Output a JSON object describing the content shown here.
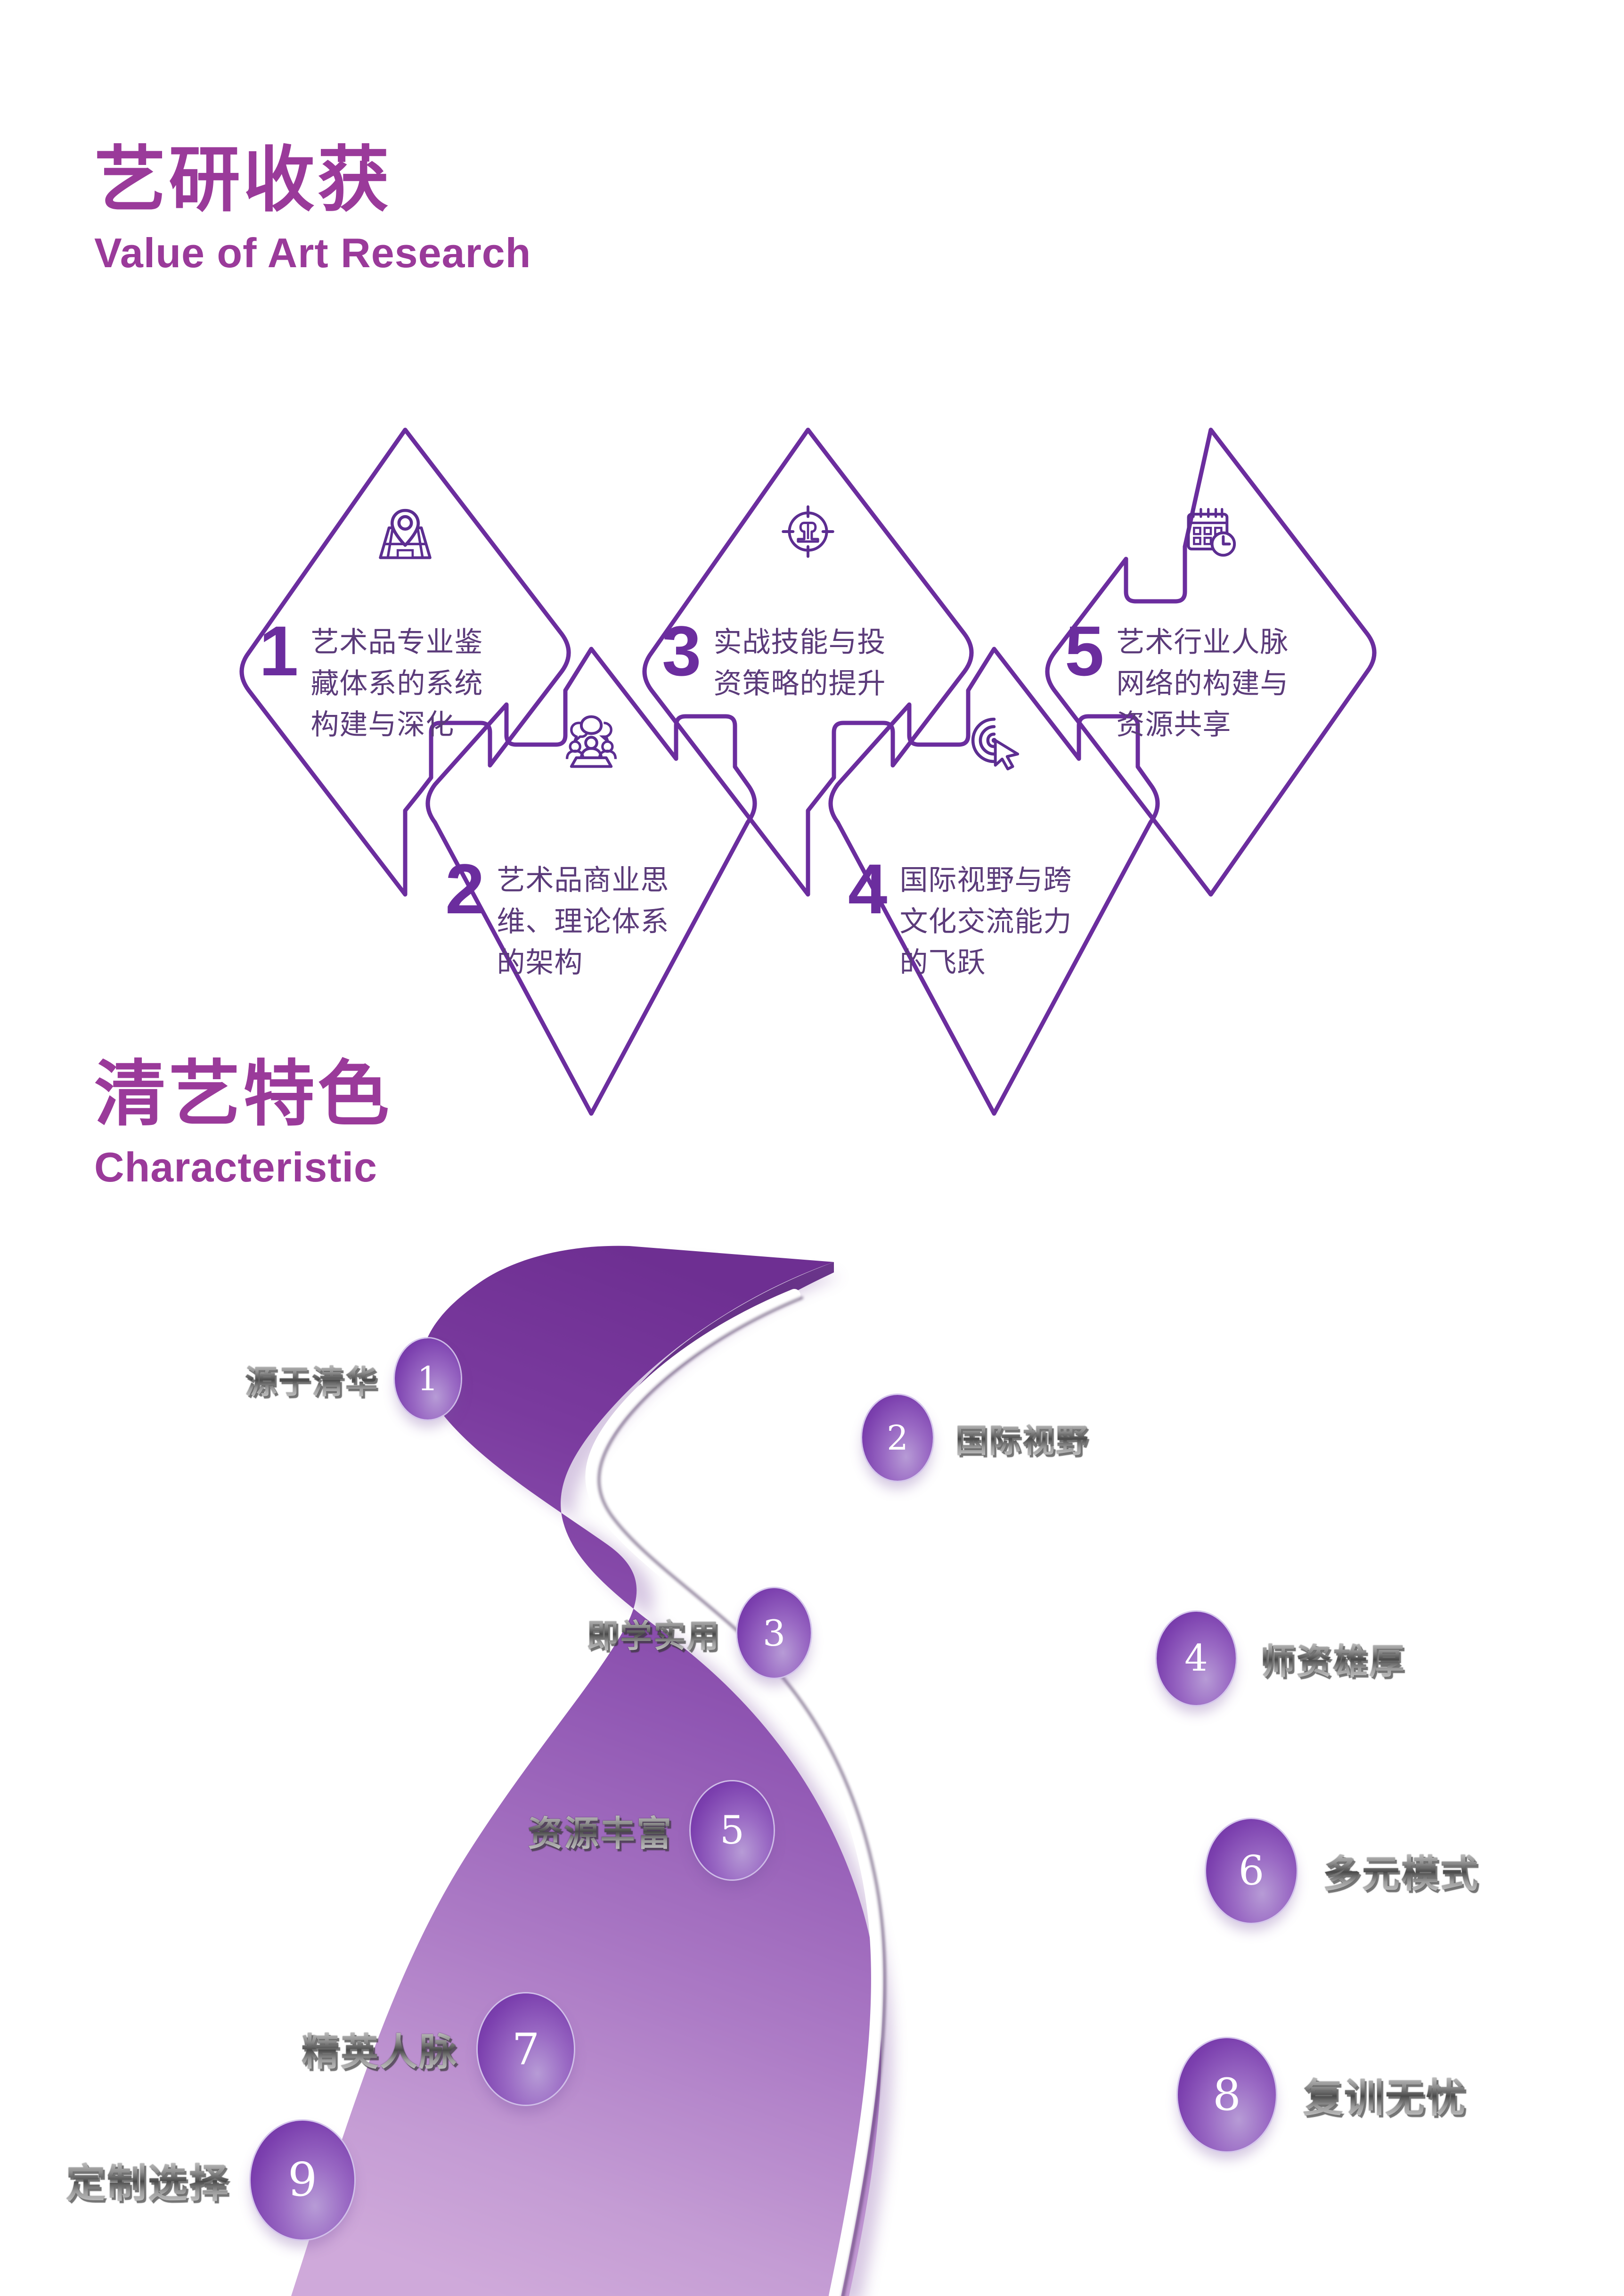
{
  "page": {
    "background": "#ffffff",
    "accent_magenta": "#9a3a9a",
    "accent_violet": "#6b2d9e",
    "body_text": "#5b3b7a"
  },
  "sections": [
    {
      "id": "value_of_art_research",
      "title_cn": "艺研收获",
      "title_en": "Value of Art Research"
    },
    {
      "id": "characteristic",
      "title_cn": "清艺特色",
      "title_en": "Characteristic"
    }
  ],
  "diamonds": [
    {
      "number": "1",
      "text": "艺术品专业鉴藏体系的系统构建与深化",
      "icon": "map-pin-icon"
    },
    {
      "number": "2",
      "text": "艺术品商业思维、理论体系的架构",
      "icon": "meeting-people-icon"
    },
    {
      "number": "3",
      "text": "实战技能与投资策略的提升",
      "icon": "target-people-icon"
    },
    {
      "number": "4",
      "text": "国际视野与跨文化交流能力的飞跃",
      "icon": "target-click-icon"
    },
    {
      "number": "5",
      "text": "艺术行业人脉网络的构建与资源共享",
      "icon": "calendar-clock-icon"
    }
  ],
  "road": {
    "ribbon_color_top": "#6f3192",
    "ribbon_color_bottom": "#c9a4d4",
    "center_line_color": "#ffffff",
    "nodes": [
      {
        "number": "1",
        "label": "源于清华",
        "side": "left"
      },
      {
        "number": "2",
        "label": "国际视野",
        "side": "right"
      },
      {
        "number": "3",
        "label": "即学实用",
        "side": "left"
      },
      {
        "number": "4",
        "label": "师资雄厚",
        "side": "right"
      },
      {
        "number": "5",
        "label": "资源丰富",
        "side": "left"
      },
      {
        "number": "6",
        "label": "多元模式",
        "side": "right"
      },
      {
        "number": "7",
        "label": "精英人脉",
        "side": "left"
      },
      {
        "number": "8",
        "label": "复训无忧",
        "side": "right"
      },
      {
        "number": "9",
        "label": "定制选择",
        "side": "left"
      }
    ]
  }
}
